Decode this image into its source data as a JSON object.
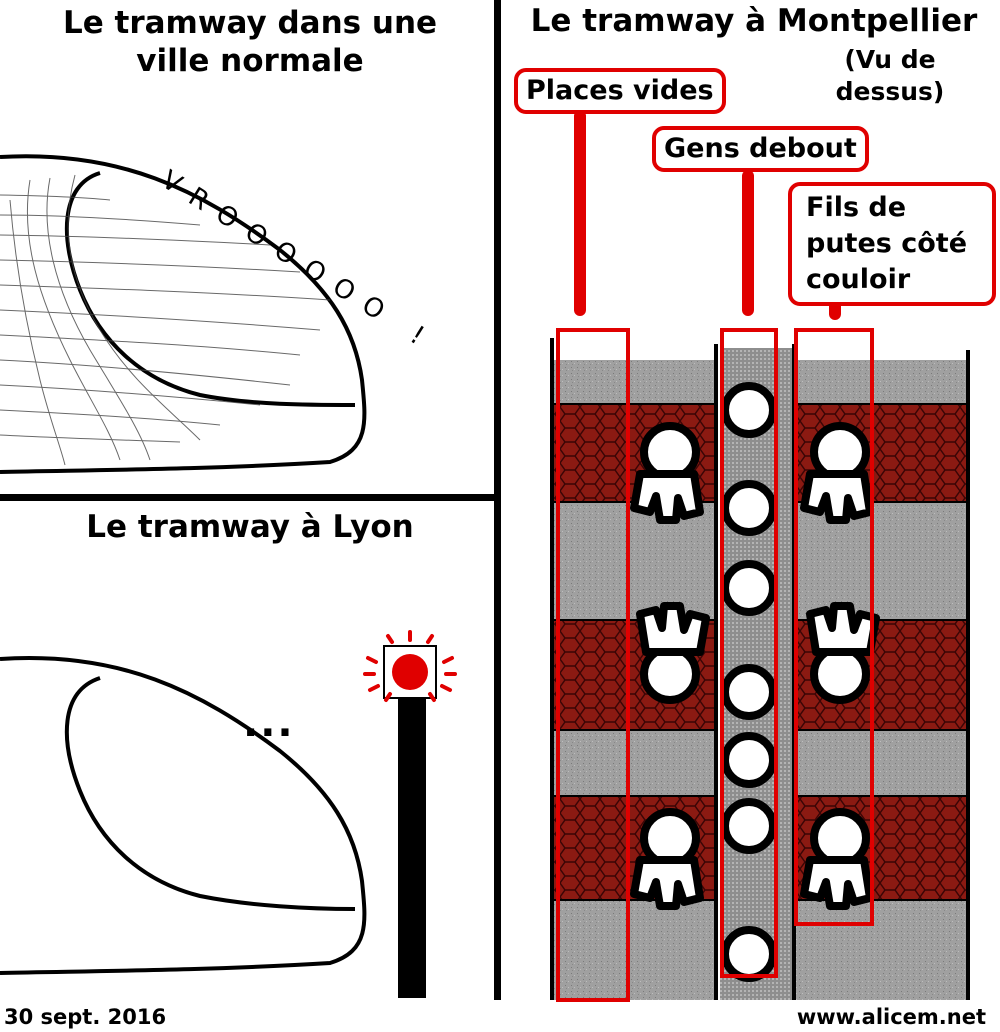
{
  "panels": {
    "normal": {
      "title": "Le tramway dans une ville normale",
      "sound": "VROOOOOO !"
    },
    "lyon": {
      "title": "Le tramway à Lyon",
      "ellipsis": "..."
    },
    "montpellier": {
      "title": "Le tramway à Montpellier",
      "subtitle": "(Vu de dessus)",
      "labels": {
        "empty_seats": "Places vides",
        "standing_people": "Gens debout",
        "aisle": "Fils de putes côté couloir"
      }
    }
  },
  "footer": {
    "date": "30 sept. 2016",
    "website": "www.alicem.net"
  },
  "colors": {
    "accent_red": "#e00000",
    "seat_red": "#8b1a12",
    "floor_gray": "#9a9a9a"
  }
}
